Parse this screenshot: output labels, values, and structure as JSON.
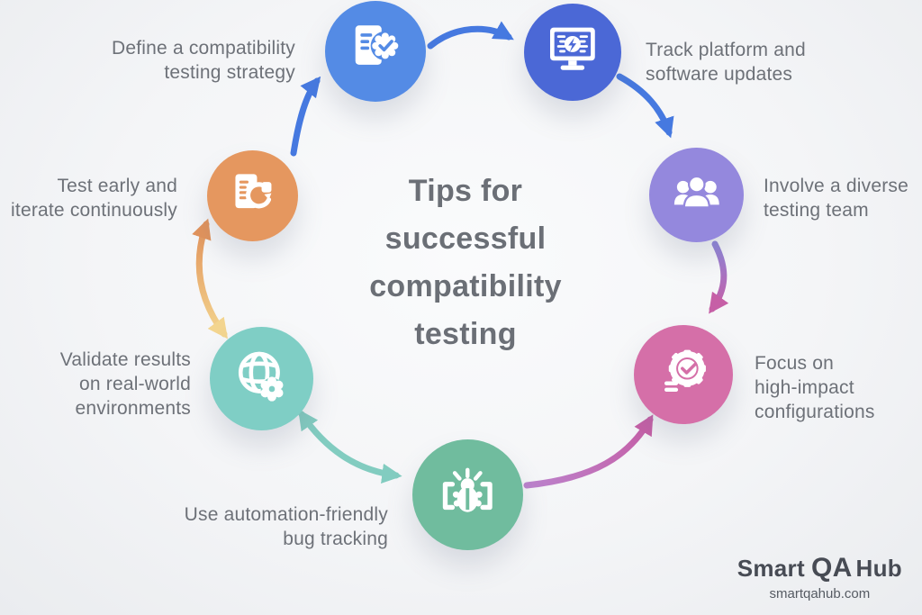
{
  "center_title": {
    "text": "Tips for\nsuccessful\ncompatibility\ntesting",
    "color": "#6B6F76"
  },
  "nodes": [
    {
      "id": "define",
      "label": "Define a compatibility\ntesting strategy",
      "icon": "document-check-icon",
      "color": "#548BE5"
    },
    {
      "id": "track",
      "label": "Track platform and\nsoftware updates",
      "icon": "monitor-update-icon",
      "color": "#4B68D6"
    },
    {
      "id": "involve",
      "label": "Involve a diverse\ntesting team",
      "icon": "team-icon",
      "color": "#9488DD"
    },
    {
      "id": "focus",
      "label": "Focus on\nhigh-impact\nconfigurations",
      "icon": "gear-check-icon",
      "color": "#D56FA8"
    },
    {
      "id": "bug",
      "label": "Use automation-friendly\nbug tracking",
      "icon": "bug-brackets-icon",
      "color": "#70BC9E"
    },
    {
      "id": "validate",
      "label": "Validate results\non real-world\nenvironments",
      "icon": "globe-gear-icon",
      "color": "#7FCEC5"
    },
    {
      "id": "test_early",
      "label": "Test early and\niterate continuously",
      "icon": "document-refresh-icon",
      "color": "#E5975F"
    }
  ],
  "arrows": {
    "blue": "#4679E0",
    "teal": "#82CCC0",
    "purple": "#8F84D8",
    "pink": "#C65FA6",
    "orange": "#E2935B",
    "yellow": "#F3D58F"
  },
  "label_color": "#6D7178",
  "footer": {
    "brand_smart": "Smart",
    "brand_qa": "QA",
    "brand_hub": "Hub",
    "website": "smartqahub.com"
  }
}
